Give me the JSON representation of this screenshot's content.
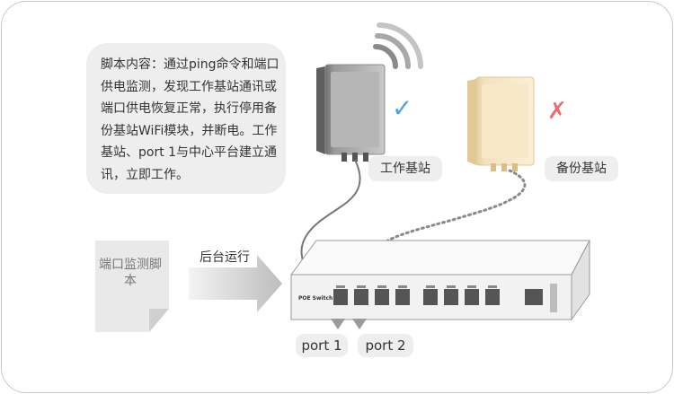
{
  "description_text": "脚本内容：通过ping命令和端口供电监测，发现工作基站通讯或端口供电恢复正常，执行停用备份基站WiFi模块，并断电。工作基站、port 1与中心平台建立通讯，立即工作。",
  "work_station_label": "工作基站",
  "backup_station_label": "备份基站",
  "script_doc_label": "端口监测脚本",
  "arrow_label": "后台运行",
  "switch_label": "POE Switch",
  "port1_label": "port 1",
  "port2_label": "port 2",
  "check_mark": "✓",
  "cross_mark": "✗",
  "colors": {
    "check": "#4aa3df",
    "cross": "#ef6c6c",
    "backup_device": "#f6e2bb",
    "work_device": "#8a8a8a"
  }
}
